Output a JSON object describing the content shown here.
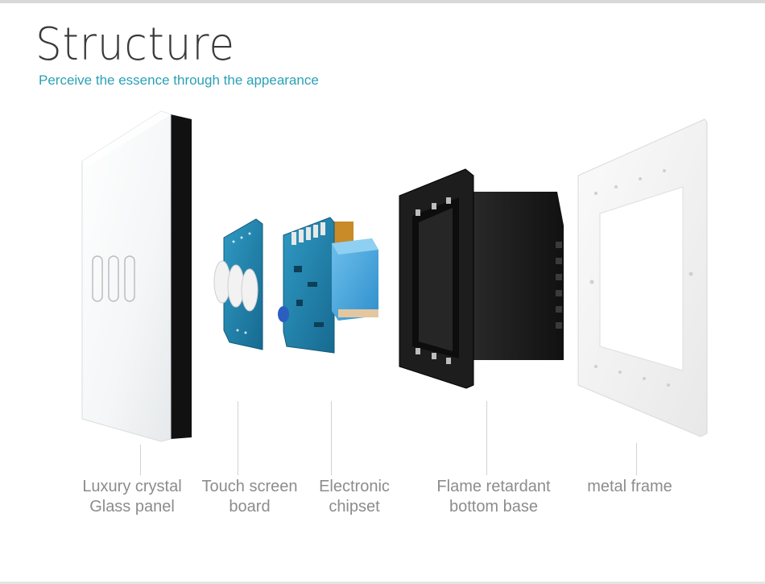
{
  "header": {
    "title": "Structure",
    "subtitle": "Perceive the essence  through the appearance"
  },
  "components": [
    {
      "line1": "Luxury crystal",
      "line2": "Glass panel"
    },
    {
      "line1": "Touch screen",
      "line2": "board"
    },
    {
      "line1": "Electronic",
      "line2": "chipset"
    },
    {
      "line1": "Flame retardant",
      "line2": "bottom base"
    },
    {
      "line1": "metal frame",
      "line2": ""
    }
  ],
  "colors": {
    "title": "#3a3a3a",
    "subtitle": "#2aa1b6",
    "label": "#8c8c8c",
    "pcb": "#1f7fa8",
    "relay": "#4aa6dc",
    "base": "#1d1d1d"
  }
}
